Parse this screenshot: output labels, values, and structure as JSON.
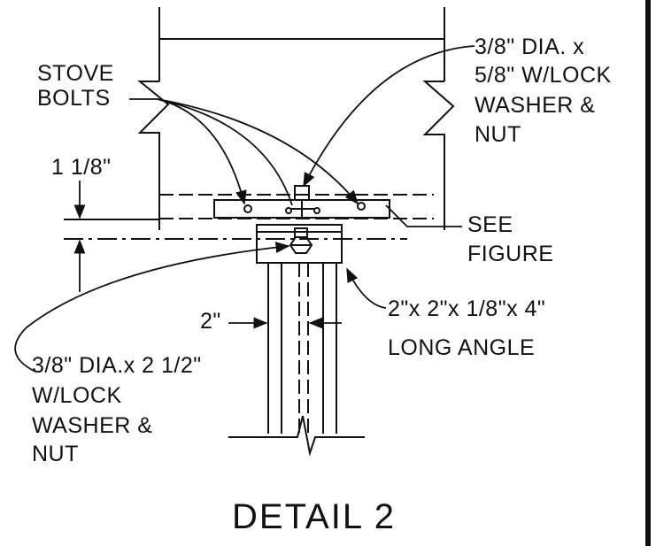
{
  "title": "DETAIL 2",
  "labels": {
    "stove_bolts_line1": "STOVE",
    "stove_bolts_line2": "BOLTS",
    "top_bolt_line1": "3/8\" DIA. x",
    "top_bolt_line2": "5/8\" W/LOCK",
    "top_bolt_line3": "WASHER &",
    "top_bolt_line4": "NUT",
    "dim_height": "1 1/8\"",
    "see_figure_line1": "SEE",
    "see_figure_line2": "FIGURE",
    "dim_width": "2\"",
    "angle_line1": "2\"x 2\"x 1/8\"x 4\"",
    "angle_line2": "LONG  ANGLE",
    "bottom_bolt_line1": "3/8\" DIA.x 2 1/2\"",
    "bottom_bolt_line2": "W/LOCK",
    "bottom_bolt_line3": "WASHER &",
    "bottom_bolt_line4": "NUT"
  }
}
